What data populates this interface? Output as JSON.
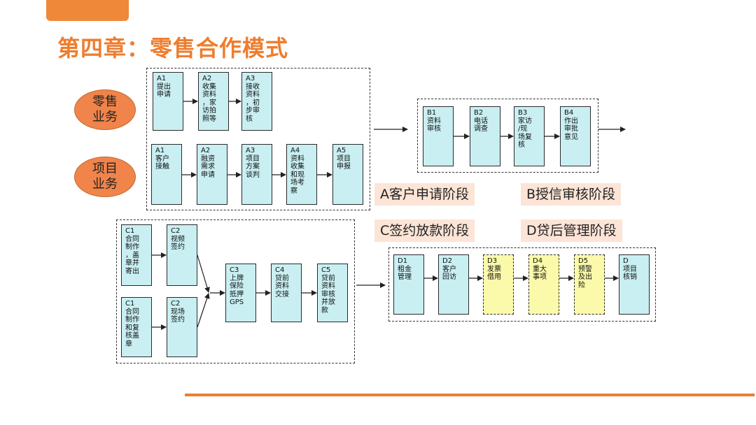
{
  "title": "第四章：零售合作模式",
  "ovals": {
    "retail": "零售\n业务",
    "project": "项目\n业务"
  },
  "retail_flow": [
    {
      "code": "A1",
      "text": "提出\n申请"
    },
    {
      "code": "A2",
      "text": "收集\n资料\n，家\n访拍\n照等"
    },
    {
      "code": "A3",
      "text": "接收\n资料\n，初\n步审\n核"
    }
  ],
  "project_flow": [
    {
      "code": "A1",
      "text": "客户\n接触"
    },
    {
      "code": "A2",
      "text": "融资\n需求\n申请"
    },
    {
      "code": "A3",
      "text": "项目\n方案\n谈判"
    },
    {
      "code": "A4",
      "text": "资料\n收集\n和现\n场考\n察"
    },
    {
      "code": "A5",
      "text": "项目\n申报"
    }
  ],
  "b_flow": [
    {
      "code": "B1",
      "text": "资料\n审核"
    },
    {
      "code": "B2",
      "text": "电话\n调查"
    },
    {
      "code": "B3",
      "text": "家访\n/现\n场复\n核"
    },
    {
      "code": "B4",
      "text": "作出\n审批\n意见"
    }
  ],
  "c_flow": {
    "c1_top": {
      "code": "C1",
      "text": "合同\n制作\n，盖\n章并\n寄出"
    },
    "c2_top": {
      "code": "C2",
      "text": "视频\n签约"
    },
    "c1_bottom": {
      "code": "C1",
      "text": "合同\n制作\n和复\n核盖\n章"
    },
    "c2_bottom": {
      "code": "C2",
      "text": "现场\n签约"
    },
    "c3": {
      "code": "C3",
      "text": "上牌\n保险\n抵押\nGPS"
    },
    "c4": {
      "code": "C4",
      "text": "贷前\n资料\n交接"
    },
    "c5": {
      "code": "C5",
      "text": "贷前\n资料\n审核\n并放\n款"
    }
  },
  "d_flow": [
    {
      "code": "D1",
      "text": "租金\n管理"
    },
    {
      "code": "D2",
      "text": "客户\n回访"
    },
    {
      "code": "D3",
      "text": "发票\n借用"
    },
    {
      "code": "D4",
      "text": "重大\n事项"
    },
    {
      "code": "D5",
      "text": "预警\n及出\n险"
    },
    {
      "code": "D",
      "text": "项目\n核销"
    }
  ],
  "stages": {
    "a": "A客户申请阶段",
    "b": "B授信审核阶段",
    "c": "C签约放款阶段",
    "d": "D贷后管理阶段"
  },
  "colors": {
    "accent": "#ee7d2f",
    "box_fill": "#c9eff2",
    "highlight_fill": "#fafaaa",
    "stage_fill": "#fce4d6"
  }
}
